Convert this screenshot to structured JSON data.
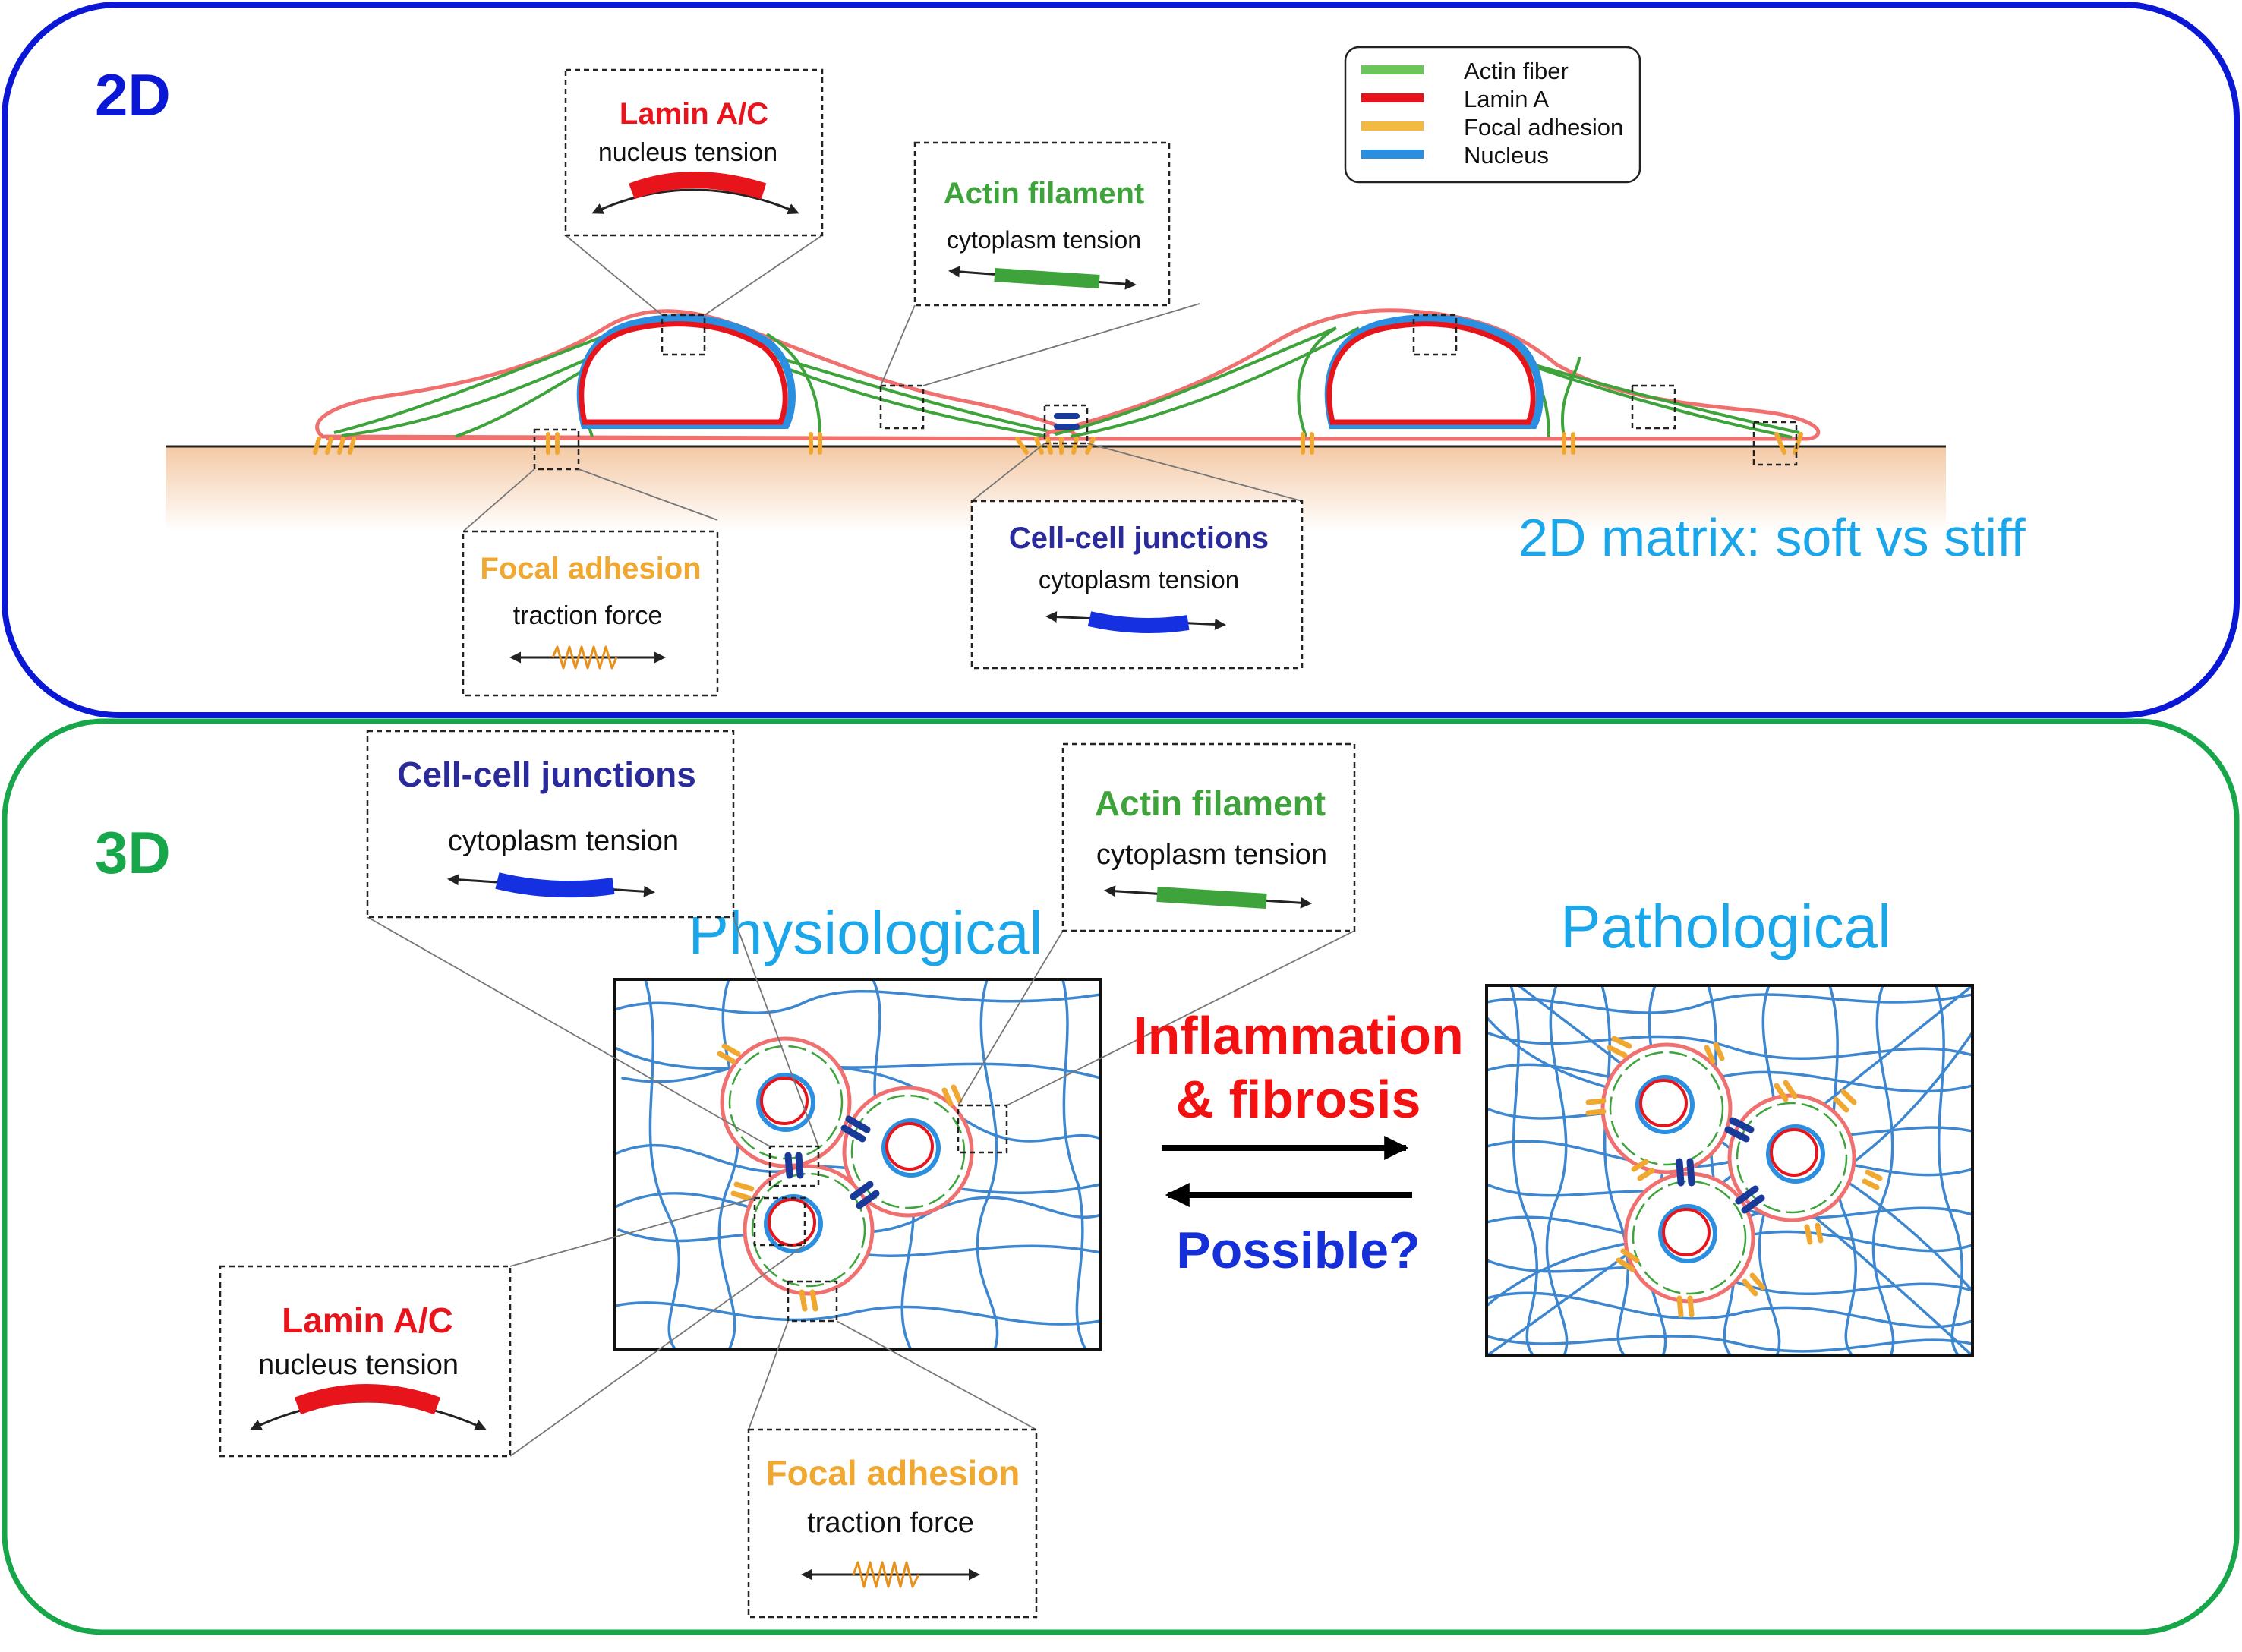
{
  "panel_2d": {
    "tag": "2D",
    "matrix_label": "2D matrix: soft vs stiff",
    "legend": [
      {
        "label": "Actin fiber",
        "color": "#6cc55a"
      },
      {
        "label": "Lamin A",
        "color": "#e8141c"
      },
      {
        "label": "Focal adhesion",
        "color": "#f4b942"
      },
      {
        "label": "Nucleus",
        "color": "#2a8fe0"
      }
    ],
    "callouts": {
      "lamin": {
        "title": "Lamin A/C",
        "subtitle": "nucleus tension"
      },
      "actin": {
        "title": "Actin filament",
        "subtitle": "cytoplasm tension"
      },
      "focal": {
        "title": "Focal adhesion",
        "subtitle": "traction force"
      },
      "junction": {
        "title": "Cell-cell junctions",
        "subtitle": "cytoplasm tension"
      }
    }
  },
  "panel_3d": {
    "tag": "3D",
    "physiological_label": "Physiological",
    "pathological_label": "Pathological",
    "transition_top_line1": "Inflammation",
    "transition_top_line2": "& fibrosis",
    "transition_bottom": "Possible?",
    "callouts": {
      "junction": {
        "title": "Cell-cell junctions",
        "subtitle": "cytoplasm tension"
      },
      "actin": {
        "title": "Actin filament",
        "subtitle": "cytoplasm tension"
      },
      "lamin": {
        "title": "Lamin A/C",
        "subtitle": "nucleus tension"
      },
      "focal": {
        "title": "Focal adhesion",
        "subtitle": "traction force"
      }
    }
  },
  "colors": {
    "panel_2d_border": "#0a18d6",
    "panel_3d_border": "#18a64a",
    "actin": "#3ea33a",
    "lamin": "#e8141c",
    "focal": "#f0a830",
    "junction": "#1a3a9a",
    "nucleus": "#2a8fe0",
    "membrane": "#f07070",
    "fiber": "#3d86d0",
    "matrix_label": "#1aa6e8"
  }
}
